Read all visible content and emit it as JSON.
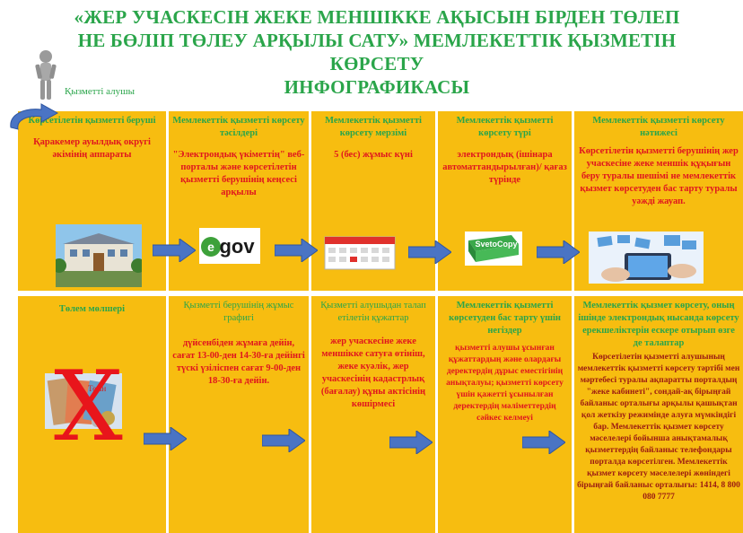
{
  "title": {
    "line1": "«ЖЕР УЧАСКЕСІН ЖЕКЕ МЕНШІККЕ АҚЫСЫН БІРДЕН ТӨЛЕП",
    "line2": "НЕ БӨЛІП ТӨЛЕУ АРҚЫЛЫ САТУ» МЕМЛЕКЕТТІК ҚЫЗМЕТІН",
    "line3": "КӨРСЕТУ",
    "line4": "ИНФОГРАФИКАСЫ"
  },
  "recipient_label": "Қызметті алушы",
  "top_row": [
    {
      "heading": "Көрсетілетін қызметті беруші",
      "body": "Қаракемер ауылдық округі әкімінің аппараты"
    },
    {
      "heading": "Мемлекеттік қызметті көрсету тәсілдері",
      "body": "\"Электрондық үкіметтің\" веб-порталы және көрсетілетін қызметті берушінің кеңсесі арқылы"
    },
    {
      "heading": "Мемлекеттік қызметті көрсету мерзімі",
      "body": "5 (бес) жұмыс күні"
    },
    {
      "heading": "Мемлекеттік қызметті көрсету түрі",
      "body": "электрондық (ішінара автоматтандырылған)/ қағаз түрінде"
    },
    {
      "heading": "Мемлекеттік қызметті көрсету нәтижесі",
      "body": "Көрсетілетін қызметті берушінің жер учаскесіне жеке меншік құқығын беру туралы шешімі не мемлекеттік қызмет көрсетуден бас тарту туралы уәжді жауап."
    }
  ],
  "bottom_row": [
    {
      "heading": "Төлем мөлшері",
      "body": ""
    },
    {
      "heading": "Қызметті берушінің жұмыс графигі",
      "body": "дүйсенбіден жұмаға дейін, сағат 13-00-ден 14-30-ға дейінгі түскі үзіліспен сағат 9-00-ден 18-30-ға дейін."
    },
    {
      "heading": "Қызметті алушыдан талап етілетін құжаттар",
      "body": "жер учаскесіне жеке меншікке сатуға өтініш, жеке куәлік, жер учаскесінің кадастрлық (бағалау) құны актісінің көшірмесі"
    },
    {
      "heading": "Мемлекеттік қызметті көрсетуден бас тарту үшін негіздер",
      "body": "қызметті алушы ұсынған құжаттардың және олардағы деректердің дұрыс еместігінің анықталуы; қызметті көрсету үшін қажетті ұсынылған деректердің мәліметтердің сәйкес келмеуі"
    },
    {
      "heading": "Мемлекеттік қызмет көрсету, оның ішінде электрондық нысанда көрсету ерекшеліктерін ескере отырып өзге де талаптар",
      "body": "Көрсетілетін қызметті алушының мемлекеттік қызметті көрсету тәртібі мен мәртебесі туралы ақпаратты порталдың \"жеке кабинеті\", сондай-ақ бірыңғай байланыс орталығы арқылы қашықтан қол жеткізу режимінде алуға мүмкіндігі бар. Мемлекеттік қызмет көрсету мәселелері бойынша анықтамалық қызметтердің байланыс телефондары порталда көрсетілген. Мемлекеттік қызмет көрсету мәселелері жөніндегі бірыңғай байланыс орталығы: 1414, 8 800 080 7777"
    }
  ],
  "logos": {
    "egov": "egov",
    "svetocopy": "SvetoCopy"
  },
  "overlay_text": "Тегін",
  "cancel_mark": "X",
  "colors": {
    "panel": "#f7bd10",
    "heading": "#2aa54a",
    "body": "#e0161e",
    "arrow": "#4a74c4"
  }
}
